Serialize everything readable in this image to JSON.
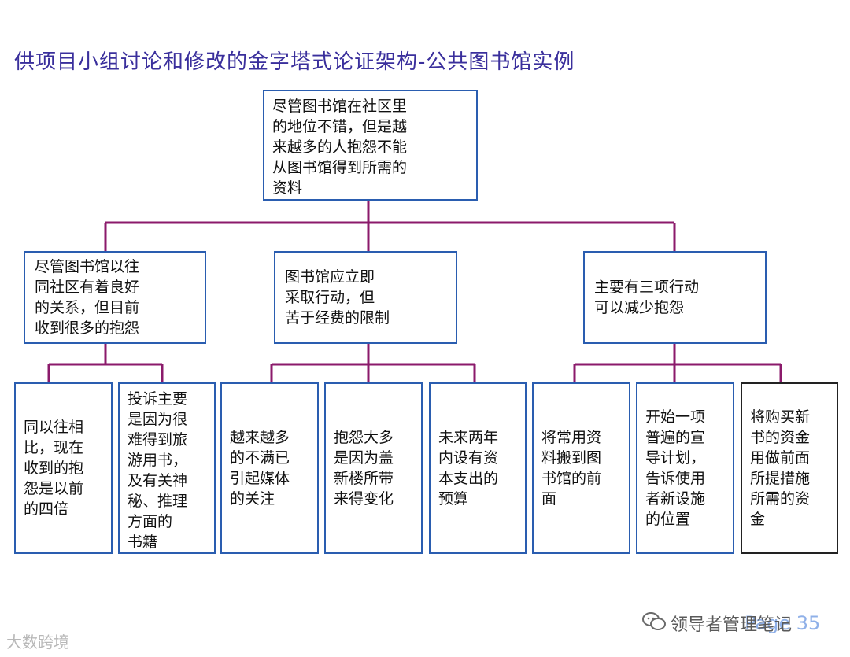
{
  "title": "供项目小组讨论和修改的金字塔式论证架构-公共图书馆实例",
  "top": "尽管图书馆在社区里\n的地位不错，但是越\n来越多的人抱怨不能\n从图书馆得到所需的\n资料",
  "branches": [
    {
      "label": "尽管图书馆以往\n同社区有着良好\n的关系，但目前\n收到很多的抱怨",
      "leaves": [
        "同以往相\n比，现在\n收到的抱\n怨是以前\n的四倍",
        "投诉主要\n是因为很\n难得到旅\n游用书，\n及有关神\n秘、推理\n方面的\n书籍"
      ]
    },
    {
      "label": "图书馆应立即\n采取行动，但\n苦于经费的限制",
      "leaves": [
        "越来越多\n的不满已\n引起媒体\n的关注",
        "抱怨大多\n是因为盖\n新楼所带\n来得变化",
        "未来两年\n内设有资\n本支出的\n预算"
      ]
    },
    {
      "label": "主要有三项行动\n可以减少抱怨",
      "leaves": [
        "将常用资\n料搬到图\n书馆的前\n面",
        "开始一项\n普遍的宣\n导计划，\n告诉使用\n者新设施\n的位置",
        "将购买新\n书的资金\n用做前面\n所提措施\n所需的资\n金"
      ]
    }
  ],
  "footer": {
    "brand": "领导者管理笔记",
    "page": "Page 35",
    "logo": "大数跨境"
  },
  "colors": {
    "title": "#3a2f9c",
    "connector": "#8b1a6b",
    "box_border": "#2a5db0"
  }
}
